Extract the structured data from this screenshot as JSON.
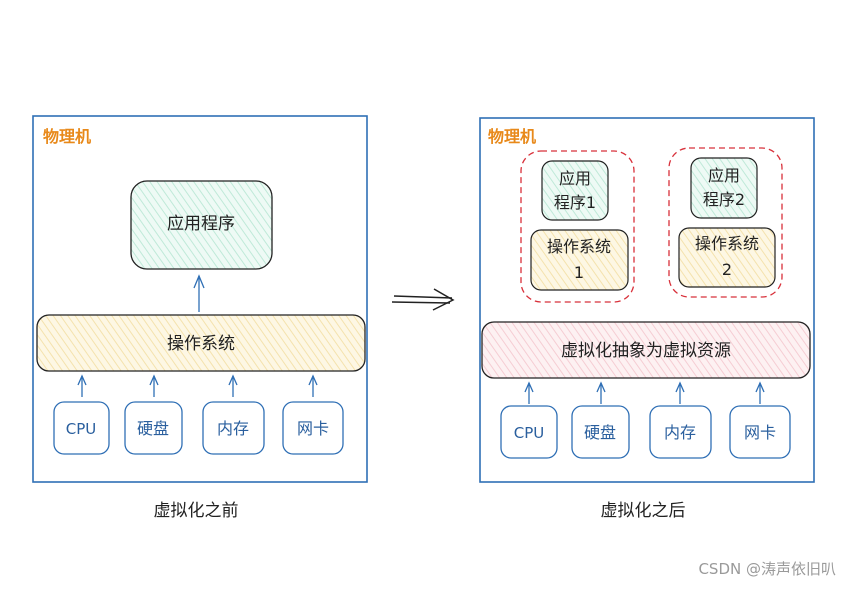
{
  "left_panel": {
    "title": "物理机",
    "app": "应用程序",
    "os": "操作系统",
    "hardware": [
      "CPU",
      "硬盘",
      "内存",
      "网卡"
    ],
    "caption": "虚拟化之前"
  },
  "right_panel": {
    "title": "物理机",
    "vm1": {
      "app_line1": "应用",
      "app_line2": "程序1",
      "os_line1": "操作系统",
      "os_line2": "1"
    },
    "vm2": {
      "app_line1": "应用",
      "app_line2": "程序2",
      "os_line1": "操作系统",
      "os_line2": "2"
    },
    "abstraction": "虚拟化抽象为虚拟资源",
    "hardware": [
      "CPU",
      "硬盘",
      "内存",
      "网卡"
    ],
    "caption": "虚拟化之后"
  },
  "watermark": "CSDN @涛声依旧叭",
  "colors": {
    "frame": "#2f6fb5",
    "title": "#e8891a",
    "app_fill": "#dff5ee",
    "os_fill": "#fbf1d2",
    "abstraction_fill": "#fbe3e6",
    "vm_border": "#d8303a",
    "hardware_text": "#2a5f9e",
    "arrow": "#2f6fb5"
  }
}
